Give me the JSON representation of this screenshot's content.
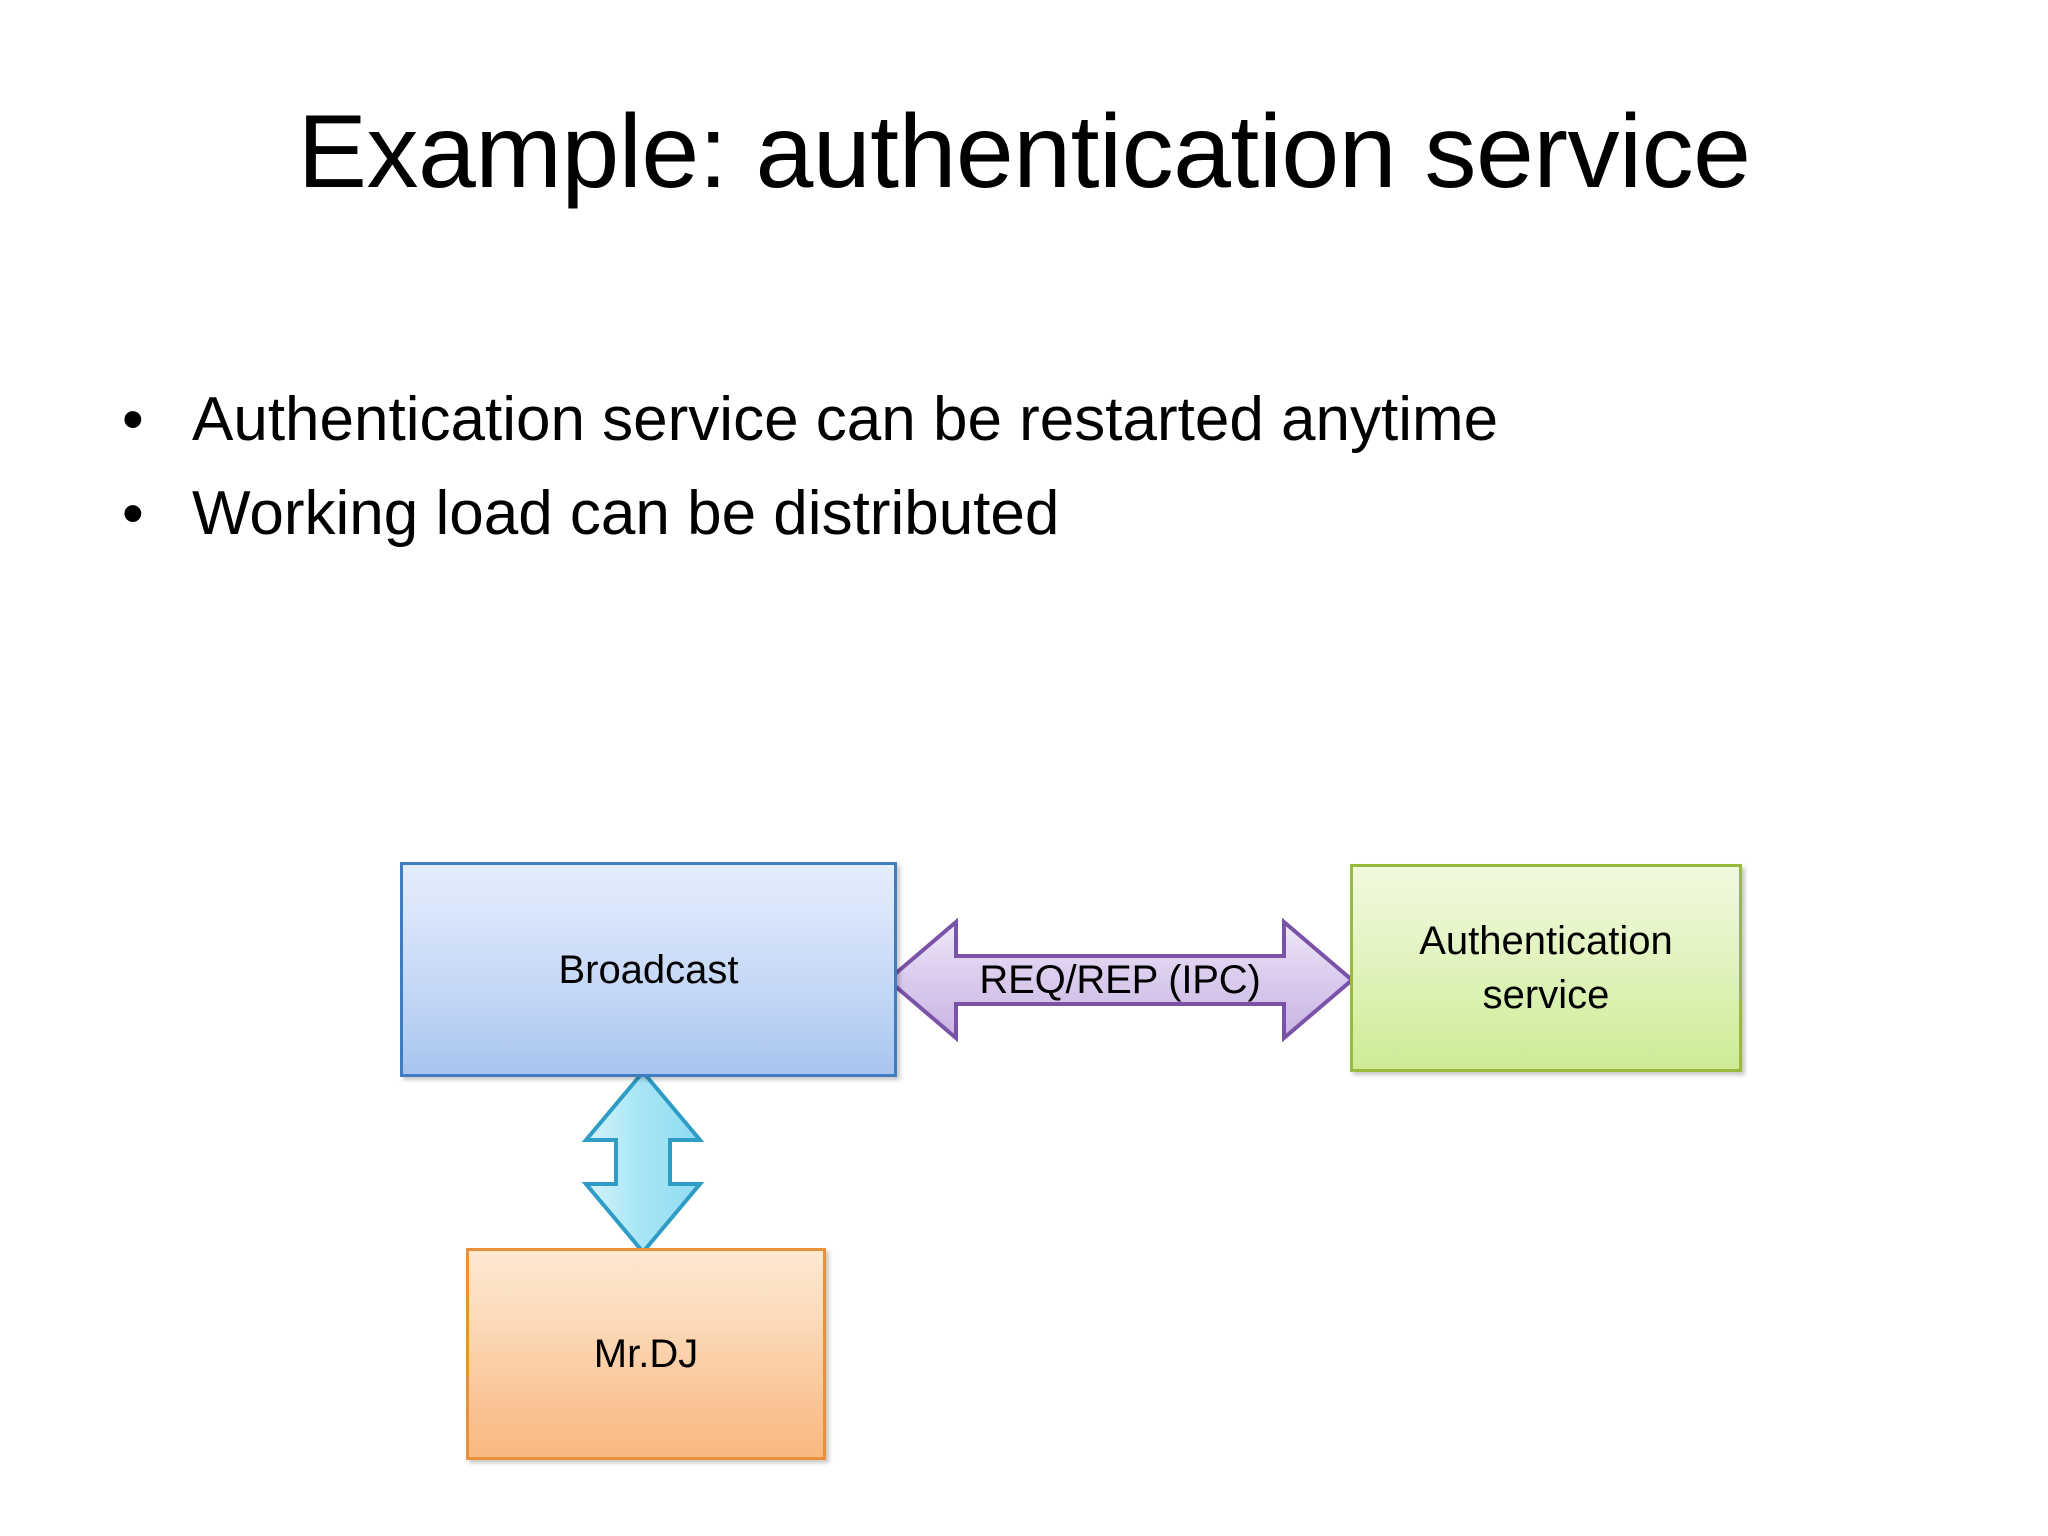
{
  "slide": {
    "title": "Example: authentication service",
    "background_color": "#ffffff",
    "text_color": "#000000"
  },
  "bullets": [
    {
      "marker": "•",
      "text": "Authentication service can be restarted anytime"
    },
    {
      "marker": "•",
      "text": "Working load can be distributed"
    }
  ],
  "diagram": {
    "nodes": [
      {
        "id": "broadcast",
        "label": "Broadcast",
        "fill_top": "#e3ecfb",
        "fill_bottom": "#a8c5f0",
        "border_color": "#3f7dc0"
      },
      {
        "id": "auth-service",
        "label": "Authentication service",
        "label_line1": "Authentication",
        "label_line2": "service",
        "fill_top": "#f0f9dd",
        "fill_bottom": "#cdeb97",
        "border_color": "#9aba3c"
      },
      {
        "id": "mr-dj",
        "label": "Mr.DJ",
        "fill_top": "#fde8d2",
        "fill_bottom": "#f9b97f",
        "border_color": "#e8903a"
      }
    ],
    "connectors": [
      {
        "id": "req-rep-ipc",
        "label": "REQ/REP (IPC)",
        "direction": "bidirectional-horizontal",
        "from": "broadcast",
        "to": "auth-service",
        "fill_light": "#ece0f6",
        "fill_dark": "#c9b3e4",
        "border_color": "#7a52a8"
      },
      {
        "id": "broadcast-mrdj-link",
        "label": "",
        "direction": "bidirectional-vertical",
        "from": "broadcast",
        "to": "mr-dj",
        "fill_light": "#d5f3fb",
        "fill_dark": "#8fdcf2",
        "border_color": "#2e9cc4"
      }
    ]
  }
}
